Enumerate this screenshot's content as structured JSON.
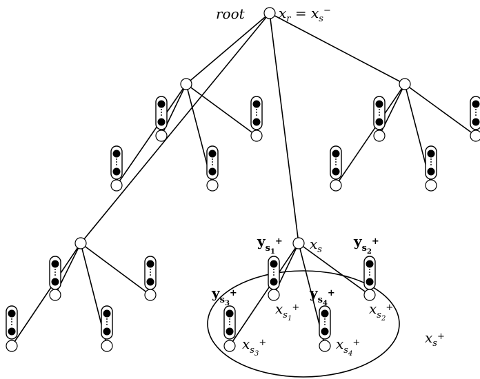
{
  "labels": {
    "root": "root",
    "xr_main": "x",
    "xr_sub": "r",
    "eq": " = ",
    "xsm_main": "x",
    "xsm_sub": "s",
    "xsm_sup": "−",
    "xs_main": "x",
    "xs_sub": "s",
    "x_main": "x",
    "s_sub": "s",
    "sub_1": "1",
    "sub_2": "2",
    "sub_3": "3",
    "sub_4": "4",
    "plus": "+",
    "y_main": "y"
  }
}
